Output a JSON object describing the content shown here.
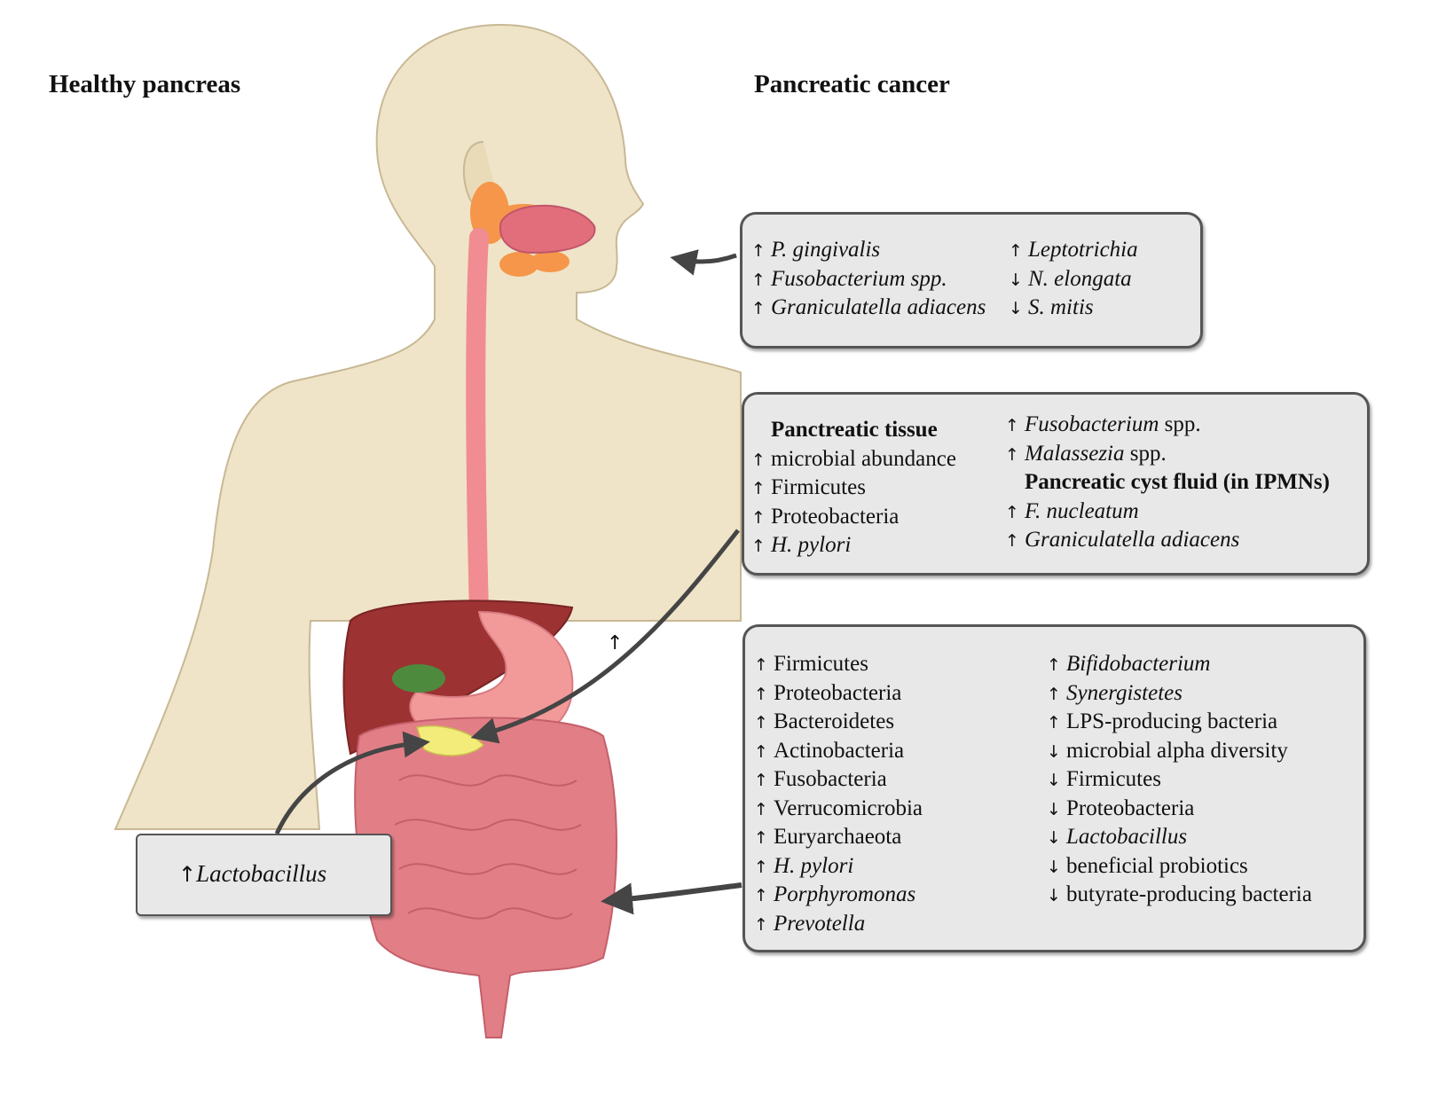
{
  "headings": {
    "left": "Healthy pancreas",
    "right": "Pancreatic cancer"
  },
  "colors": {
    "skin": "#EFE4C8",
    "skin_outline": "#C8B894",
    "esophagus": "#F08C92",
    "liver": "#9C3232",
    "stomach": "#F29A9A",
    "gallbladder": "#4E8A3E",
    "pancreas": "#F3EC7A",
    "intestine": "#E27F86",
    "salivary": "#F5964A",
    "box_fill": "#E8E8E8",
    "arrow": "#454545"
  },
  "figure_marks": {
    "small_arrow": "↑"
  },
  "oral_box": {
    "col1": [
      {
        "arrow": "↑",
        "i": "P. gingivalis",
        "n": ""
      },
      {
        "arrow": "↑",
        "i": "Fusobacterium spp.",
        "n": ""
      },
      {
        "arrow": "↑",
        "i": "Graniculatella adiacens",
        "n": ""
      }
    ],
    "col2": [
      {
        "arrow": "↑",
        "i": "Leptotrichia",
        "n": ""
      },
      {
        "arrow": "↓",
        "i": "N. elongata",
        "n": ""
      },
      {
        "arrow": "↓",
        "i": "S. mitis",
        "n": ""
      }
    ]
  },
  "pancreas_box": {
    "col1": [
      {
        "arrow": "",
        "heading": "Panctreatic tissue"
      },
      {
        "arrow": "↑",
        "i": "",
        "n": "microbial abundance"
      },
      {
        "arrow": "↑",
        "i": "",
        "n": "Firmicutes"
      },
      {
        "arrow": "↑",
        "i": "",
        "n": "Proteobacteria"
      },
      {
        "arrow": "↑",
        "i": "H. pylori",
        "n": ""
      }
    ],
    "col2": [
      {
        "arrow": "↑",
        "i": "Fusobacterium",
        "n": " spp."
      },
      {
        "arrow": "↑",
        "i": "Malassezia",
        "n": " spp."
      },
      {
        "arrow": "",
        "heading": "Pancreatic cyst fluid (in IPMNs)"
      },
      {
        "arrow": "↑",
        "i": "F. nucleatum",
        "n": ""
      },
      {
        "arrow": "↑",
        "i": "Graniculatella adiacens",
        "n": ""
      }
    ]
  },
  "gut_box": {
    "col1": [
      {
        "arrow": "↑",
        "i": "",
        "n": "Firmicutes"
      },
      {
        "arrow": "↑",
        "i": "",
        "n": "Proteobacteria"
      },
      {
        "arrow": "↑",
        "i": "",
        "n": "Bacteroidetes"
      },
      {
        "arrow": "↑",
        "i": "",
        "n": "Actinobacteria"
      },
      {
        "arrow": "↑",
        "i": "",
        "n": "Fusobacteria"
      },
      {
        "arrow": "↑",
        "i": "",
        "n": "Verrucomicrobia"
      },
      {
        "arrow": "↑",
        "i": "",
        "n": "Euryarchaeota"
      },
      {
        "arrow": "↑",
        "i": "H. pylori",
        "n": ""
      },
      {
        "arrow": "↑",
        "i": "Porphyromonas",
        "n": ""
      },
      {
        "arrow": "↑",
        "i": "Prevotella",
        "n": ""
      }
    ],
    "col2": [
      {
        "arrow": "↑",
        "i": "Bifidobacterium",
        "n": ""
      },
      {
        "arrow": "↑",
        "i": "Synergistetes",
        "n": ""
      },
      {
        "arrow": "↑",
        "i": "",
        "n": "LPS-producing bacteria"
      },
      {
        "arrow": "↓",
        "i": "",
        "n": "microbial alpha diversity"
      },
      {
        "arrow": "↓",
        "i": "",
        "n": "Firmicutes"
      },
      {
        "arrow": "↓",
        "i": "",
        "n": "Proteobacteria"
      },
      {
        "arrow": "↓",
        "i": "Lactobacillus",
        "n": ""
      },
      {
        "arrow": "↓",
        "i": "",
        "n": "beneficial probiotics"
      },
      {
        "arrow": "↓",
        "i": "",
        "n": "butyrate-producing bacteria"
      }
    ]
  },
  "healthy_box": {
    "arrow": "↑",
    "i": "Lactobacillus"
  }
}
